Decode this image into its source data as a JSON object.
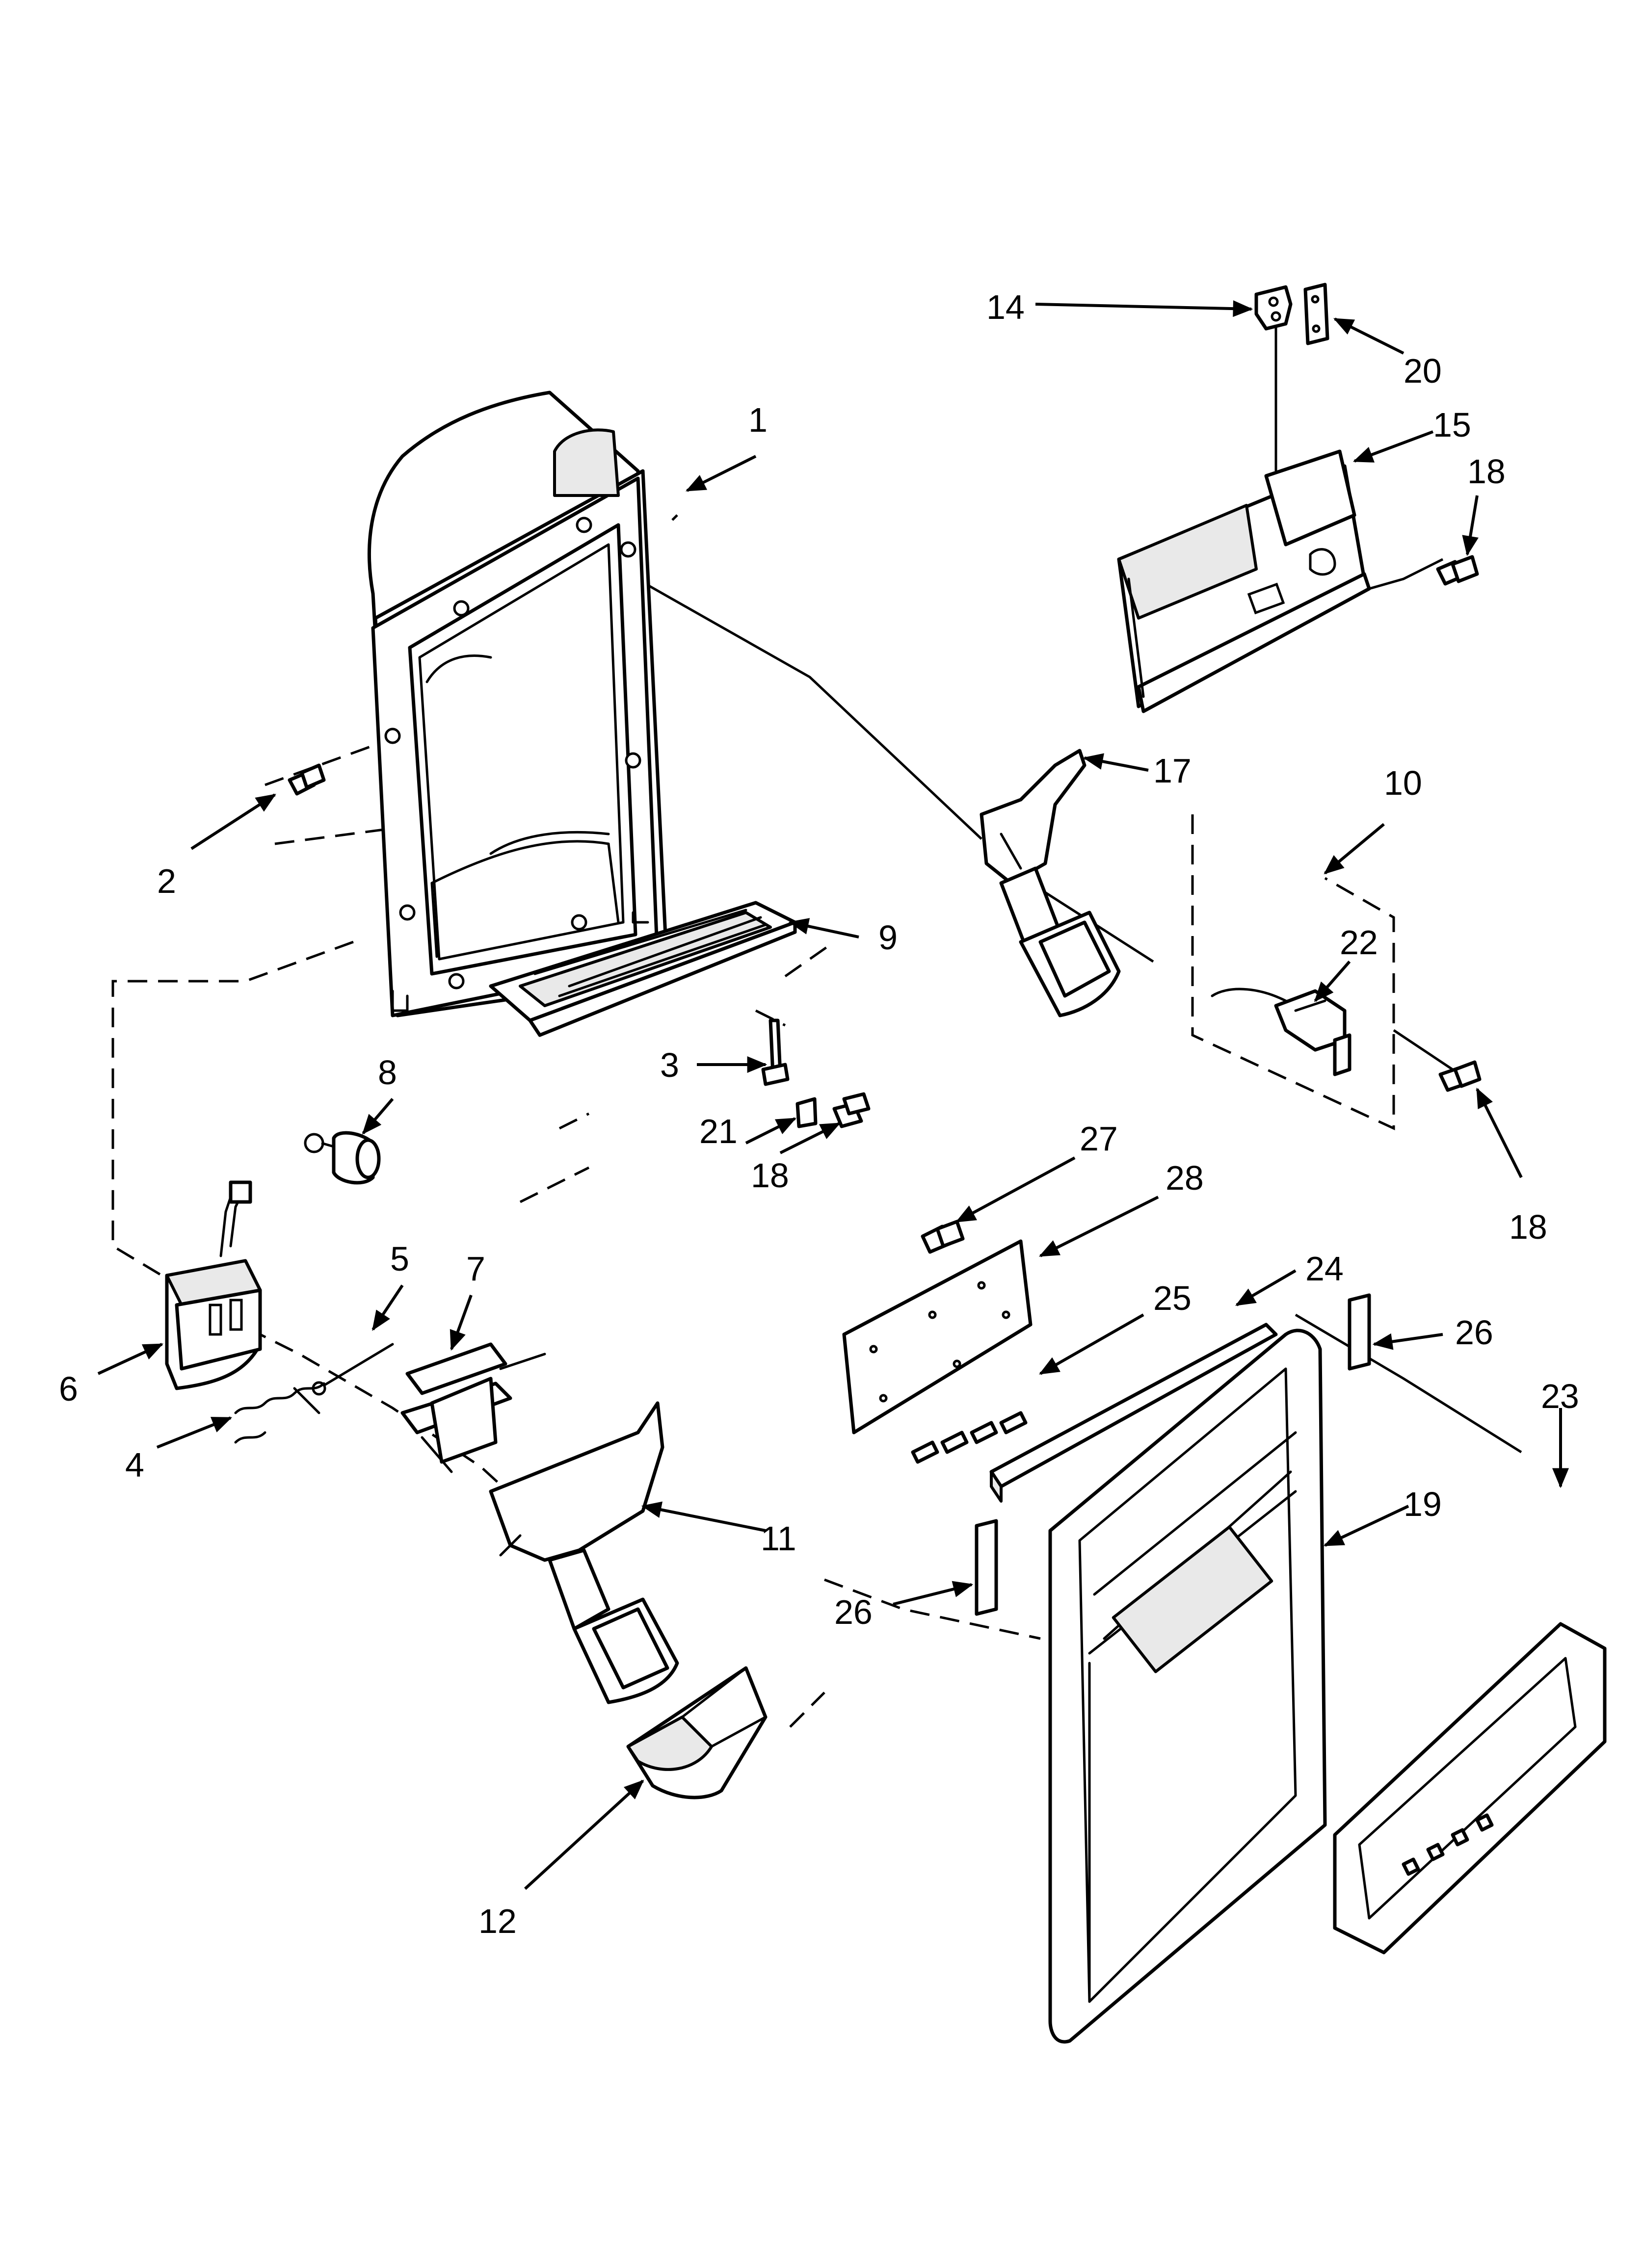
{
  "callouts": [
    {
      "id": "c1",
      "label": "1"
    },
    {
      "id": "c2",
      "label": "2"
    },
    {
      "id": "c3",
      "label": "3"
    },
    {
      "id": "c4",
      "label": "4"
    },
    {
      "id": "c5",
      "label": "5"
    },
    {
      "id": "c6",
      "label": "6"
    },
    {
      "id": "c7",
      "label": "7"
    },
    {
      "id": "c8",
      "label": "8"
    },
    {
      "id": "c9",
      "label": "9"
    },
    {
      "id": "c10",
      "label": "10"
    },
    {
      "id": "c11",
      "label": "11"
    },
    {
      "id": "c12",
      "label": "12"
    },
    {
      "id": "c14",
      "label": "14"
    },
    {
      "id": "c15",
      "label": "15"
    },
    {
      "id": "c17",
      "label": "17"
    },
    {
      "id": "c18a",
      "label": "18"
    },
    {
      "id": "c18b",
      "label": "18"
    },
    {
      "id": "c18c",
      "label": "18"
    },
    {
      "id": "c19",
      "label": "19"
    },
    {
      "id": "c20",
      "label": "20"
    },
    {
      "id": "c21",
      "label": "21"
    },
    {
      "id": "c22",
      "label": "22"
    },
    {
      "id": "c23",
      "label": "23"
    },
    {
      "id": "c24",
      "label": "24"
    },
    {
      "id": "c25",
      "label": "25"
    },
    {
      "id": "c26a",
      "label": "26"
    },
    {
      "id": "c26b",
      "label": "26"
    },
    {
      "id": "c27",
      "label": "27"
    },
    {
      "id": "c28",
      "label": "28"
    }
  ]
}
